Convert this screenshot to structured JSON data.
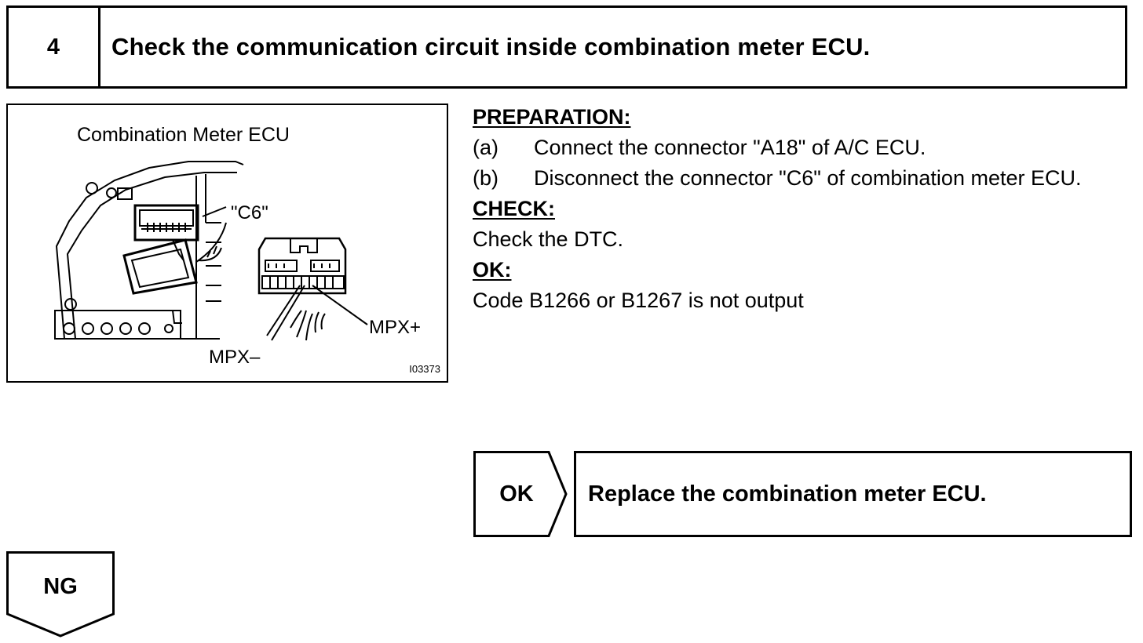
{
  "step": {
    "number": "4",
    "title": "Check the communication circuit inside combination meter ECU."
  },
  "figure": {
    "title": "Combination Meter ECU",
    "connector_label": "\"C6\"",
    "pin_plus_label": "MPX+",
    "pin_minus_label": "MPX–",
    "figure_code": "I03373"
  },
  "instructions": {
    "preparation_heading": "PREPARATION:",
    "steps": [
      {
        "mark": "(a)",
        "text": "Connect the connector \"A18\" of A/C ECU."
      },
      {
        "mark": "(b)",
        "text": "Disconnect the connector \"C6\" of combination meter ECU."
      }
    ],
    "check_heading": "CHECK:",
    "check_text": "Check the DTC.",
    "ok_heading": "OK:",
    "ok_text": "Code B1266 or B1267 is not output"
  },
  "result_ok": {
    "tag": "OK",
    "action": "Replace the combination meter ECU."
  },
  "result_ng": {
    "tag": "NG"
  }
}
